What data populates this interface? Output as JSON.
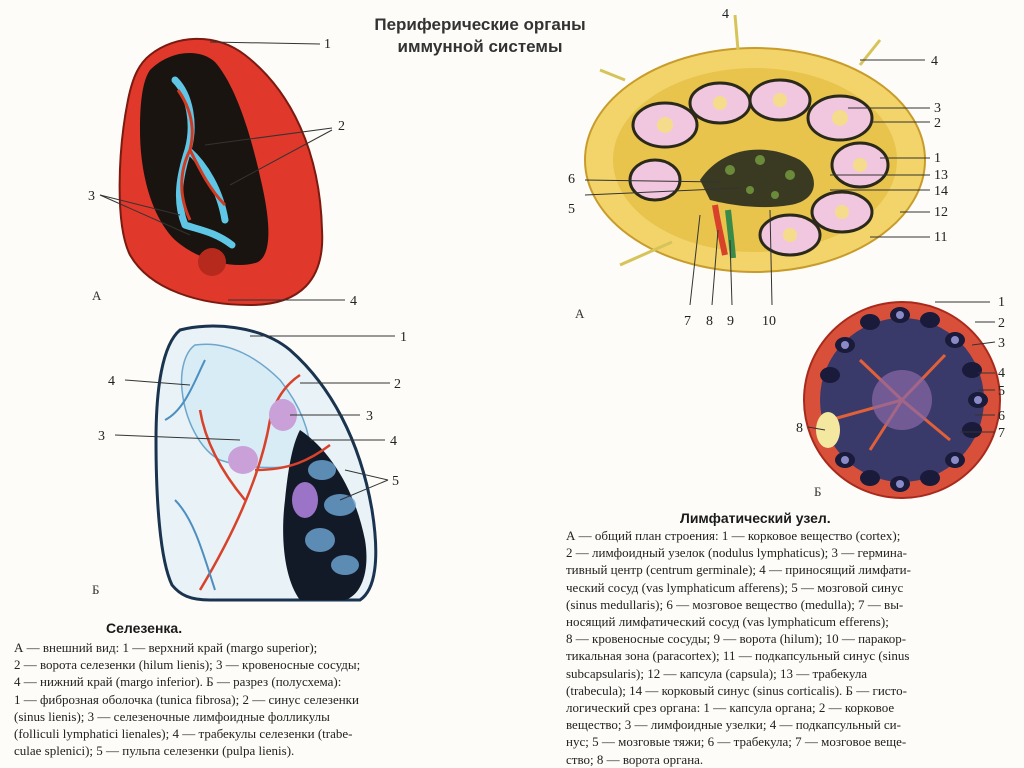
{
  "title": {
    "line1": "Периферические органы",
    "line2": "иммунной системы"
  },
  "spleen": {
    "panel_a": "А",
    "panel_b": "Б",
    "labels_a": [
      "1",
      "2",
      "3",
      "4"
    ],
    "labels_b": [
      "1",
      "2",
      "3",
      "3",
      "4",
      "4",
      "5"
    ],
    "caption_title": "Селезенка.",
    "caption_lines": [
      "А — внешний вид: 1 — верхний край (margo superior);",
      "2 — ворота селезенки (hilum lienis); 3 — кровеносные сосуды;",
      "4 — нижний край (margo inferior). Б — разрез (полусхема):",
      "1 — фиброзная оболочка (tunica fibrosa); 2 — синус селезенки",
      "(sinus lienis); 3 — селезеночные лимфоидные фолликулы",
      "(folliculi lymphatici lienales); 4 — трабекулы селезенки (trabe-",
      "culae splenici); 5 — пульпа селезенки (pulpa lienis)."
    ]
  },
  "lymph_node": {
    "panel_a": "А",
    "panel_b": "Б",
    "labels_a_right": [
      "4",
      "3",
      "2",
      "1",
      "13",
      "14",
      "12",
      "11"
    ],
    "labels_a_left": [
      "6",
      "5"
    ],
    "labels_a_top": "4",
    "labels_a_bottom": [
      "7",
      "8",
      "9",
      "10"
    ],
    "labels_b_right": [
      "1",
      "2",
      "3",
      "4",
      "5",
      "6",
      "7"
    ],
    "labels_b_left": "8",
    "caption_title": "Лимфатический узел.",
    "caption_lines": [
      "А — общий план строения: 1 — корковое вещество (cortex);",
      "2 — лимфоидный узелок (nodulus lymphaticus); 3 — герминa-",
      "тивный центр (centrum germinale); 4 — приносящий лимфати-",
      "ческий сосуд (vas lymphaticum afferens); 5 — мозговой синус",
      "(sinus medullaris); 6 — мозговое вещество (medulla); 7 — вы-",
      "носящий лимфатический сосуд (vas lymphaticum efferens);",
      "8 — кровеносные сосуды; 9 — ворота (hilum); 10 — паракор-",
      "тикальная зона (paracortex); 11 — подкапсульный синус (sinus",
      "subcapsularis); 12 — капсула (capsula); 13 — трабекула",
      "(trabecula); 14 — корковый синус (sinus corticalis). Б — гисто-",
      "логический срез органа: 1 — капсула органа; 2 — корковое",
      "вещество; 3 — лимфоидные узелки; 4 — подкапсульный си-",
      "нус; 5 — мозговые тяжи; 6 — трабекула; 7 — мозговое веще-",
      "ство; 8 — ворота органа."
    ]
  },
  "colors": {
    "spleen_red": "#e0382a",
    "spleen_dark": "#1a1410",
    "vessel_blue": "#5fc6e6",
    "node_capsule": "#f3d46a",
    "node_follicle": "#f1c7df",
    "node_dark": "#2b2a1a"
  }
}
